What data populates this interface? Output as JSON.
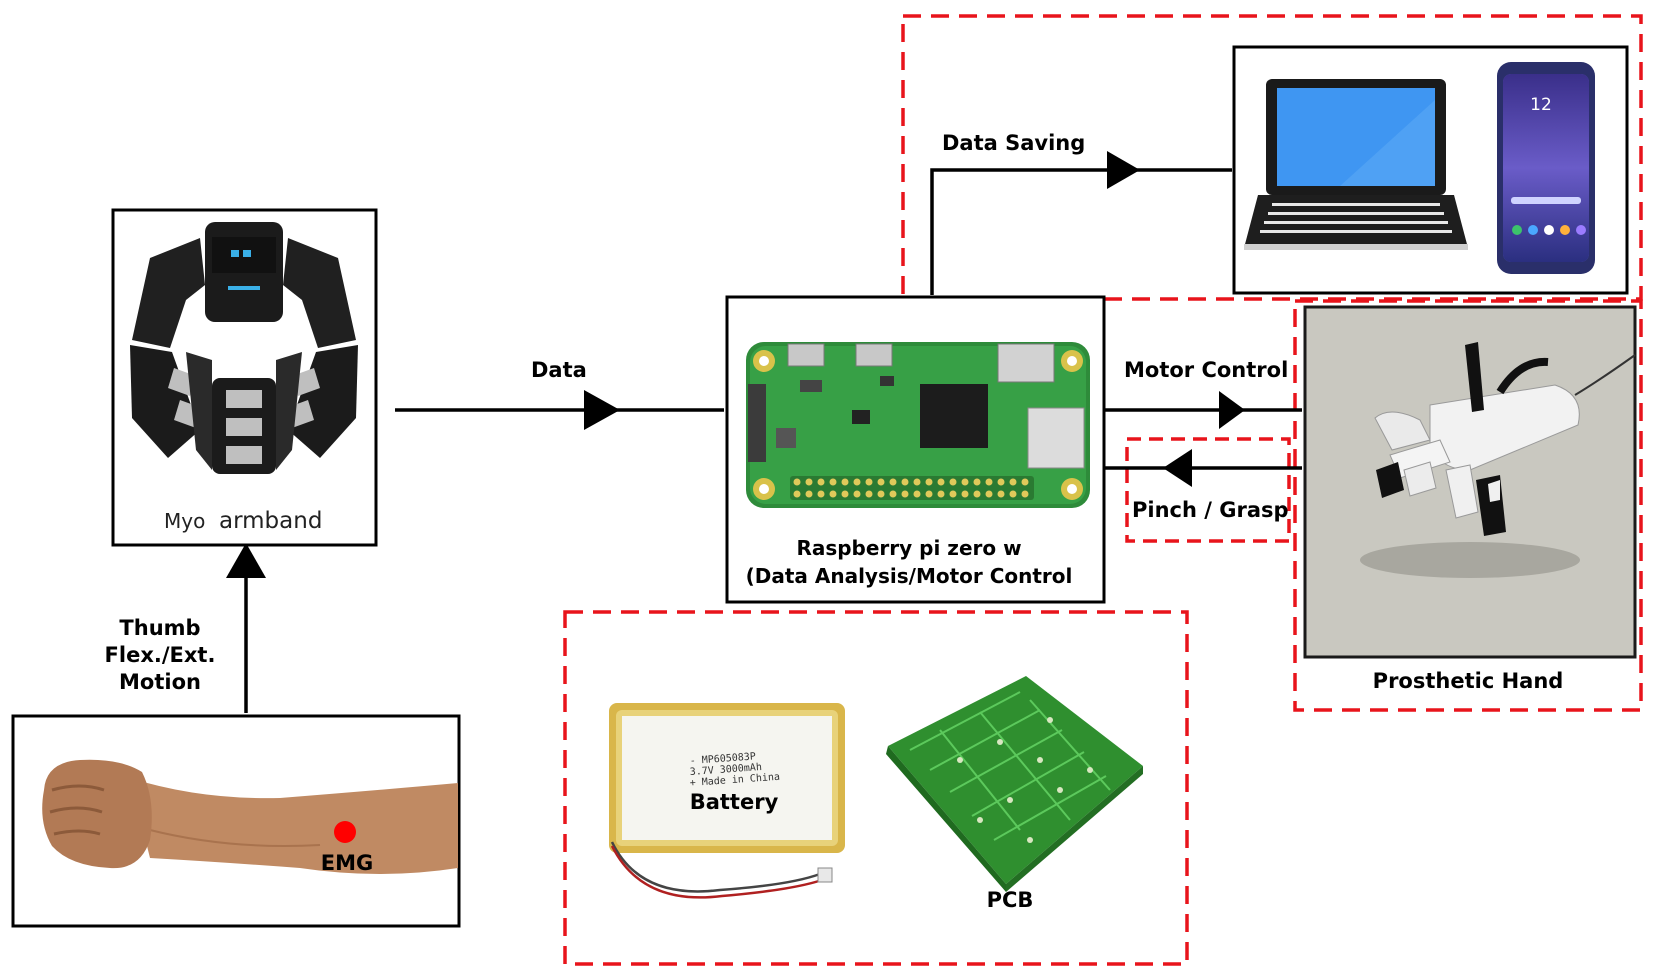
{
  "labels": {
    "myo": "Myo",
    "armband": "armband",
    "data": "Data",
    "data_saving": "Data Saving",
    "motor_control": "Motor Control",
    "pinch_grasp": "Pinch / Grasp",
    "rpi_line1": "Raspberry pi zero w",
    "rpi_line2": "(Data Analysis/Motor Control",
    "prosthetic_hand": "Prosthetic Hand",
    "thumb_line1": "Thumb",
    "thumb_line2": "Flex./Ext.",
    "thumb_line3": "Motion",
    "emg": "EMG",
    "battery": "Battery",
    "battery_print1": "- MP605083P",
    "battery_print2": "  3.7V 3000mAh",
    "battery_print3": "+ Made in China",
    "pcb": "PCB",
    "phone_time": "12"
  },
  "colors": {
    "dashed_border": "#e8141b",
    "line": "#000000",
    "emg_dot": "#ff0000",
    "pcb_green": "#2f8f2f",
    "laptop_screen": "#3f96f2",
    "battery_gold": "#d9b64a"
  },
  "icons": [
    "myo-armband-icon",
    "raspberry-pi-icon",
    "laptop-icon",
    "smartphone-icon",
    "prosthetic-hand-icon",
    "forearm-icon",
    "battery-icon",
    "pcb-icon"
  ]
}
